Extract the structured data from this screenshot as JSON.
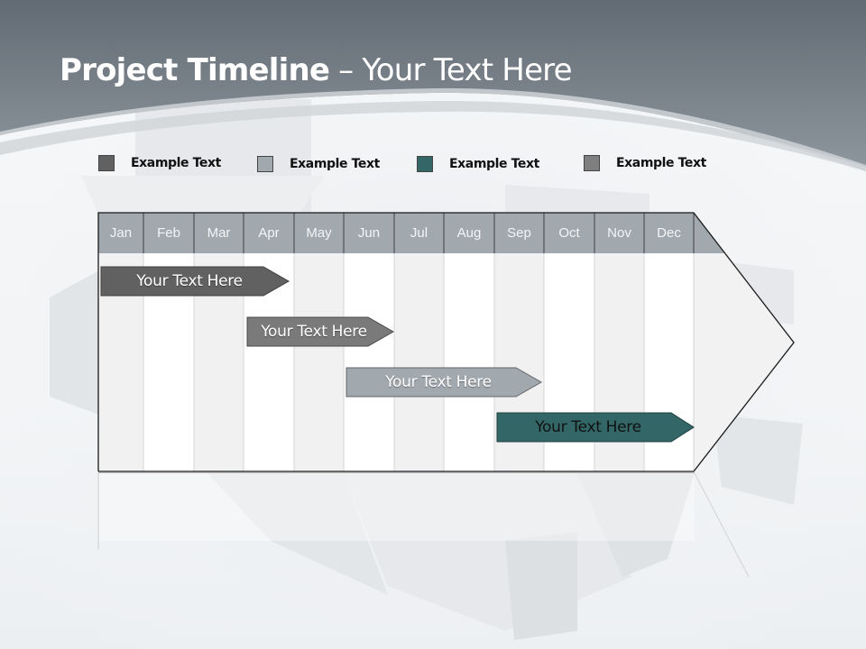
{
  "slide": {
    "title_bold": "Project Timeline",
    "title_rest": " – Your Text Here"
  },
  "legend": [
    {
      "label": "Example Text",
      "color": "#616161"
    },
    {
      "label": "Example Text",
      "color": "#a1a8ae"
    },
    {
      "label": "Example Text",
      "color": "#336666"
    },
    {
      "label": "Example Text",
      "color": "#7f7f7f"
    }
  ],
  "timeline": {
    "months": [
      "Jan",
      "Feb",
      "Mar",
      "Apr",
      "May",
      "Jun",
      "Jul",
      "Aug",
      "Sep",
      "Oct",
      "Nov",
      "Dec"
    ],
    "header_color": "#a1a8ae",
    "tasks": [
      {
        "label": "Your  Text Here",
        "start_month": "Jan",
        "end_month": "Apr",
        "color": "#616161",
        "text_color": "#ffffff"
      },
      {
        "label": "Your  Text Here",
        "start_month": "Apr",
        "end_month": "Jun",
        "color": "#7a7a7a",
        "text_color": "#ffffff"
      },
      {
        "label": "Your  Text Here",
        "start_month": "Jun",
        "end_month": "Sep",
        "color": "#a1a8ae",
        "text_color": "#ffffff"
      },
      {
        "label": "Your  Text Here",
        "start_month": "Sep",
        "end_month": "Dec",
        "color": "#336666",
        "text_color": "#111111"
      }
    ]
  },
  "chart_data": {
    "type": "gantt",
    "title": "Project Timeline – Your Text Here",
    "categories": [
      "Jan",
      "Feb",
      "Mar",
      "Apr",
      "May",
      "Jun",
      "Jul",
      "Aug",
      "Sep",
      "Oct",
      "Nov",
      "Dec"
    ],
    "series": [
      {
        "name": "Your  Text Here",
        "start": "Jan",
        "end": "Apr",
        "color": "#616161"
      },
      {
        "name": "Your  Text Here",
        "start": "Apr",
        "end": "Jun",
        "color": "#7a7a7a"
      },
      {
        "name": "Your  Text Here",
        "start": "Jun",
        "end": "Sep",
        "color": "#a1a8ae"
      },
      {
        "name": "Your  Text Here",
        "start": "Sep",
        "end": "Dec",
        "color": "#336666"
      }
    ],
    "legend": [
      "Example Text",
      "Example Text",
      "Example Text",
      "Example Text"
    ],
    "legend_position": "top"
  }
}
